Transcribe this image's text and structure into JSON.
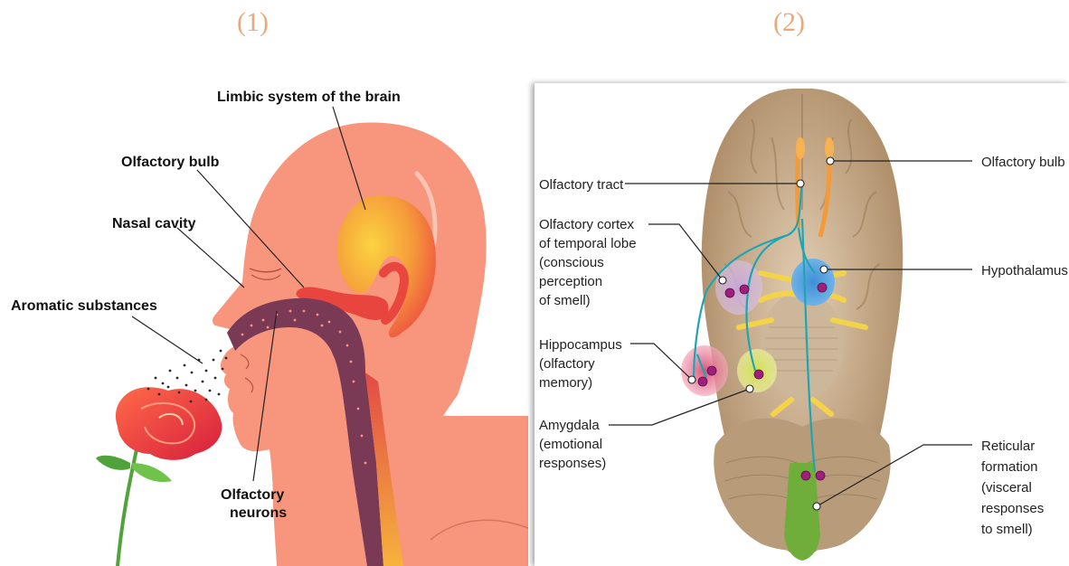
{
  "panel_numbers": [
    "(1)",
    "(2)"
  ],
  "panel1": {
    "labels": {
      "limbic": "Limbic system of the brain",
      "bulb": "Olfactory bulb",
      "nasal": "Nasal cavity",
      "aromatic": "Aromatic substances",
      "neurons_1": "Olfactory",
      "neurons_2": "neurons"
    }
  },
  "panel2": {
    "labels": {
      "bulb": "Olfactory bulb",
      "tract": "Olfactory tract",
      "cortex": [
        "Olfactory cortex",
        "of temporal lobe",
        "(conscious",
        "perception",
        "of smell)"
      ],
      "hypothalamus": "Hypothalamus",
      "hippocampus": [
        "Hippocampus",
        "(olfactory",
        "memory)"
      ],
      "amygdala": [
        "Amygdala",
        "(emotional",
        "responses)"
      ],
      "reticular": [
        "Reticular",
        "formation",
        "(visceral",
        "responses",
        "to smell)"
      ]
    }
  },
  "colors": {
    "skin": "#f7967c",
    "limbic": "#f4b535",
    "brain": "#c7a889",
    "tract": "#1fa5b2",
    "neuron": "#a01f7a"
  }
}
